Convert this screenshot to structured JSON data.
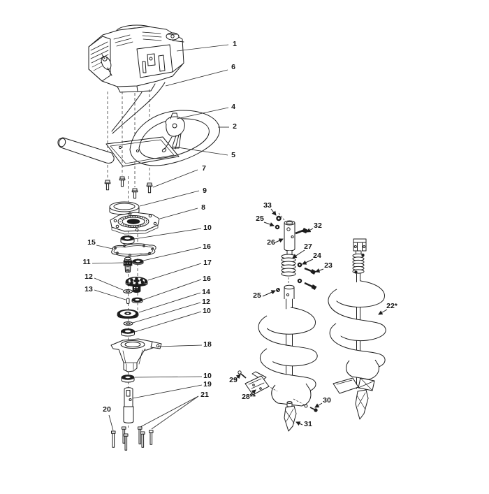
{
  "page": {
    "background": "#ffffff",
    "line_color": "#1c1c1c",
    "label_color": "#141414"
  },
  "diagram": {
    "kind": "exploded-parts-diagram",
    "callouts": [
      {
        "id": "1",
        "label": "1"
      },
      {
        "id": "6",
        "label": "6"
      },
      {
        "id": "4",
        "label": "4"
      },
      {
        "id": "2",
        "label": "2"
      },
      {
        "id": "5",
        "label": "5"
      },
      {
        "id": "7",
        "label": "7"
      },
      {
        "id": "9",
        "label": "9"
      },
      {
        "id": "8",
        "label": "8"
      },
      {
        "id": "10a",
        "label": "10"
      },
      {
        "id": "16a",
        "label": "16"
      },
      {
        "id": "17",
        "label": "17"
      },
      {
        "id": "16b",
        "label": "16"
      },
      {
        "id": "14",
        "label": "14"
      },
      {
        "id": "12b",
        "label": "12"
      },
      {
        "id": "10b",
        "label": "10"
      },
      {
        "id": "18",
        "label": "18"
      },
      {
        "id": "10c",
        "label": "10"
      },
      {
        "id": "19",
        "label": "19"
      },
      {
        "id": "21",
        "label": "21"
      },
      {
        "id": "15",
        "label": "15"
      },
      {
        "id": "11",
        "label": "11"
      },
      {
        "id": "12a",
        "label": "12"
      },
      {
        "id": "13",
        "label": "13"
      },
      {
        "id": "20",
        "label": "20"
      },
      {
        "id": "33",
        "label": "33"
      },
      {
        "id": "25a",
        "label": "25"
      },
      {
        "id": "32",
        "label": "32"
      },
      {
        "id": "26",
        "label": "26"
      },
      {
        "id": "27",
        "label": "27"
      },
      {
        "id": "24",
        "label": "24"
      },
      {
        "id": "23",
        "label": "23"
      },
      {
        "id": "25b",
        "label": "25"
      },
      {
        "id": "29",
        "label": "29"
      },
      {
        "id": "28",
        "label": "28**"
      },
      {
        "id": "30",
        "label": "30"
      },
      {
        "id": "31",
        "label": "31"
      },
      {
        "id": "22",
        "label": "22*"
      }
    ]
  }
}
